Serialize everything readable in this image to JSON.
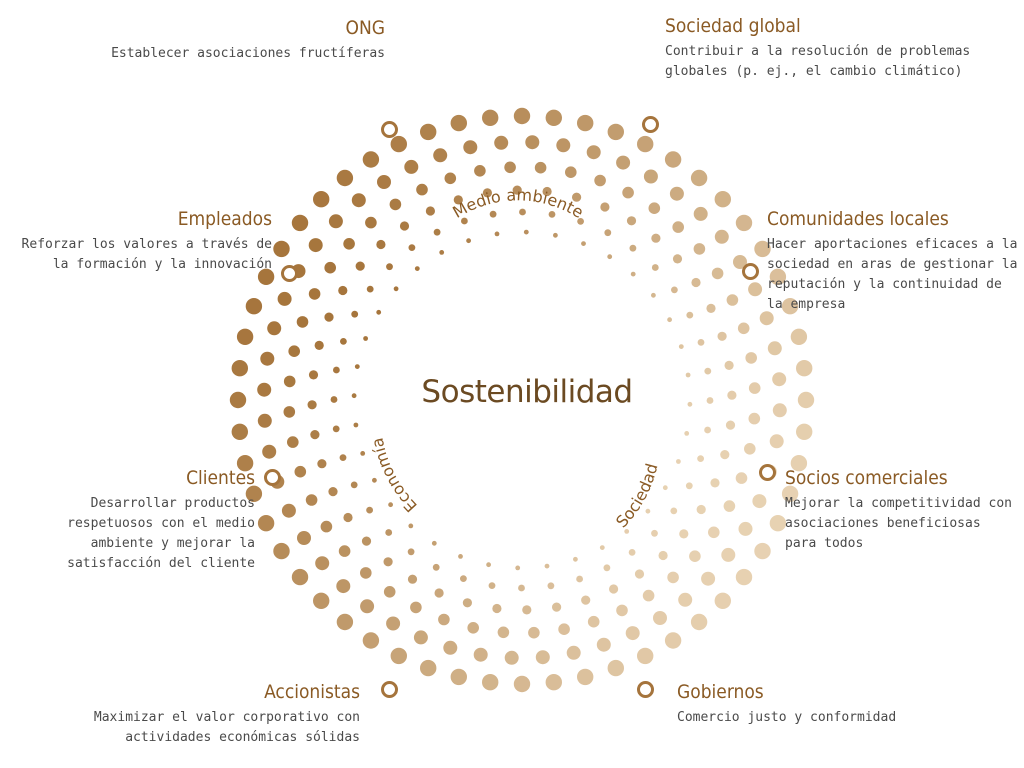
{
  "colors": {
    "dot_dark": "#a6753c",
    "dot_light": "#f3e2c7",
    "title": "#8a5a24",
    "marker": "#a5743c",
    "center": "#6b4a22"
  },
  "center": "Sostenibilidad",
  "ring_labels": {
    "environment": "Medio ambiente",
    "economy": "Economía",
    "society": "Sociedad"
  },
  "stakeholders": {
    "ong": {
      "title": "ONG",
      "description": "Establecer asociaciones fructíferas"
    },
    "global": {
      "title": "Sociedad global",
      "description": "Contribuir a la resolución de problemas\nglobales (p. ej., el cambio climático)"
    },
    "empleados": {
      "title": "Empleados",
      "description": "Reforzar los valores a través de\nla formación y la innovación"
    },
    "comunidades": {
      "title": "Comunidades locales",
      "description": "Hacer aportaciones eficaces a la\nsociedad en aras de gestionar la\nreputación y la continuidad de\nla empresa"
    },
    "clientes": {
      "title": "Clientes",
      "description": "Desarrollar productos\nrespetuosos con el medio\nambiente y mejorar la\nsatisfacción del cliente"
    },
    "socios": {
      "title": "Socios comerciales",
      "description": "Mejorar la competitividad con\nasociaciones beneficiosas\n para todos"
    },
    "accionistas": {
      "title": "Accionistas",
      "description": "Maximizar el valor corporativo con\nactividades económicas sólidas"
    },
    "gobiernos": {
      "title": "Gobiernos",
      "description": "Comercio justo y conformidad"
    }
  }
}
